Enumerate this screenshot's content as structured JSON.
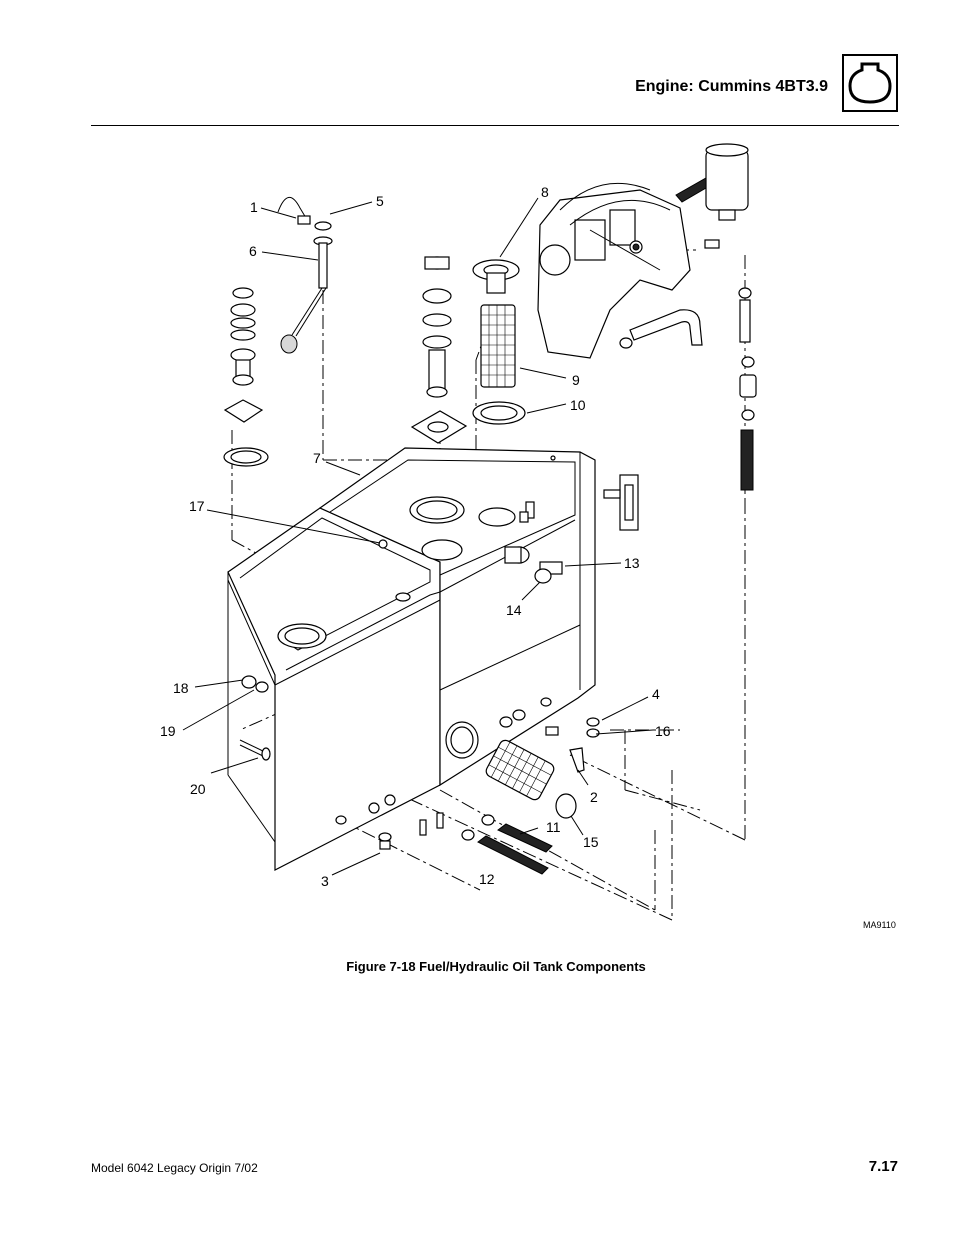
{
  "header": {
    "title": "Engine: Cummins 4BT3.9",
    "logo_icon": "engine-block-icon"
  },
  "figure": {
    "caption": "Figure 7-18  Fuel/Hydraulic Oil Tank Components",
    "code": "MA9110",
    "callouts": [
      {
        "id": "1",
        "label": "1"
      },
      {
        "id": "2",
        "label": "2"
      },
      {
        "id": "3",
        "label": "3"
      },
      {
        "id": "4",
        "label": "4"
      },
      {
        "id": "5",
        "label": "5"
      },
      {
        "id": "6",
        "label": "6"
      },
      {
        "id": "7",
        "label": "7"
      },
      {
        "id": "8",
        "label": "8"
      },
      {
        "id": "9",
        "label": "9"
      },
      {
        "id": "10",
        "label": "10"
      },
      {
        "id": "11",
        "label": "11"
      },
      {
        "id": "12",
        "label": "12"
      },
      {
        "id": "13",
        "label": "13"
      },
      {
        "id": "14",
        "label": "14"
      },
      {
        "id": "15",
        "label": "15"
      },
      {
        "id": "16",
        "label": "16"
      },
      {
        "id": "17",
        "label": "17"
      },
      {
        "id": "18",
        "label": "18"
      },
      {
        "id": "19",
        "label": "19"
      },
      {
        "id": "20",
        "label": "20"
      }
    ]
  },
  "footer": {
    "left": "Model  6042  Legacy    Origin  7/02",
    "page_number": "7.17"
  }
}
